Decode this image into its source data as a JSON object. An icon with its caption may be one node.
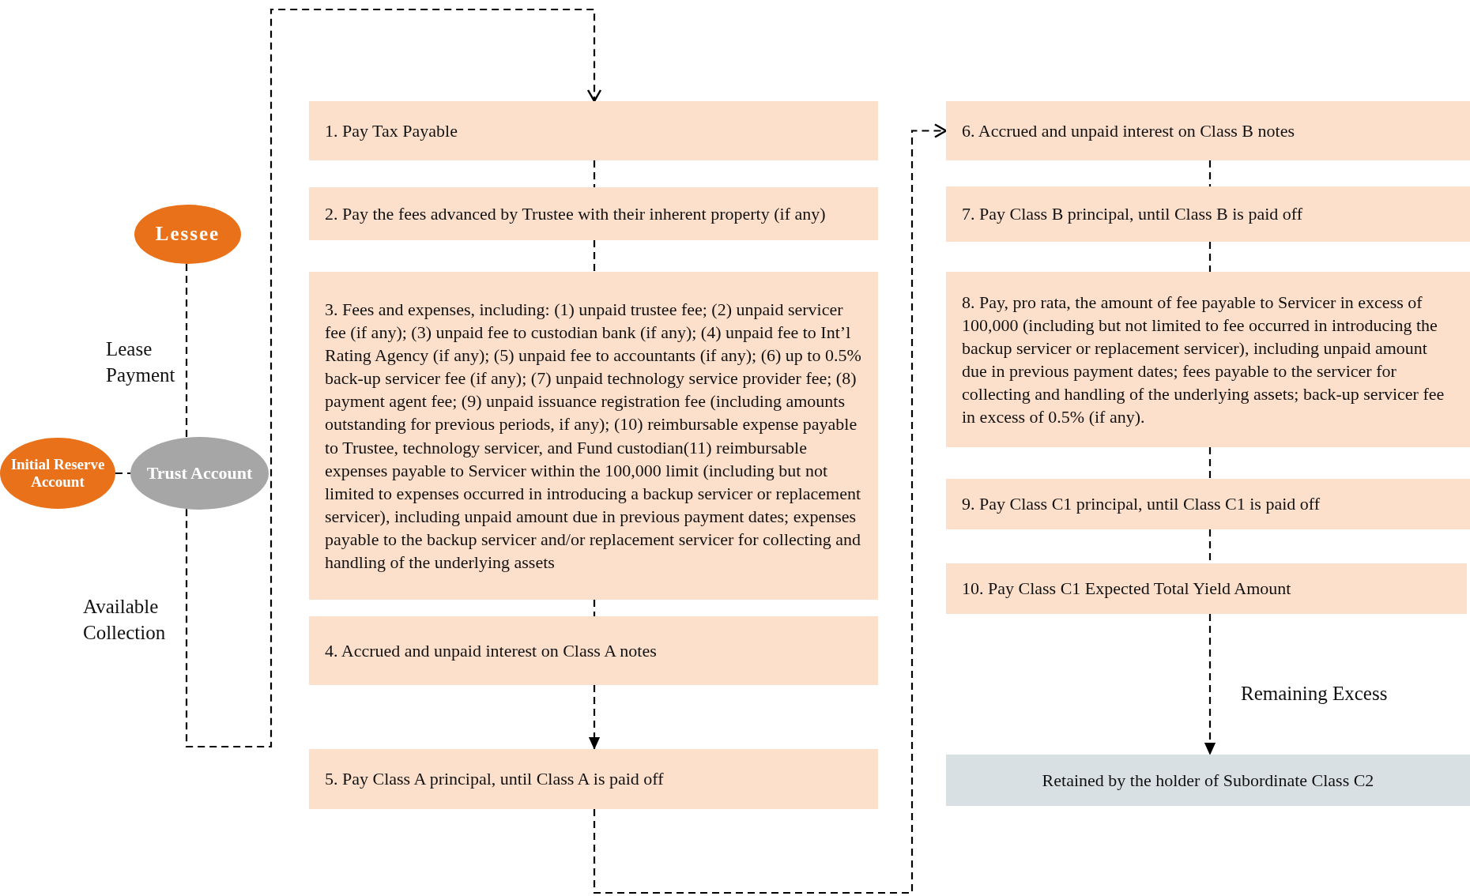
{
  "diagram": {
    "nodes": [
      {
        "text": [
          "Lessee"
        ]
      },
      {
        "text": [
          "Initial Reserve Account"
        ]
      },
      {
        "text": [
          "Trust Account"
        ]
      },
      {
        "text": [
          "1. Pay Tax Payable"
        ]
      },
      {
        "text": [
          "2. Pay the fees advanced by Trustee with their inherent property (if any)"
        ]
      },
      {
        "text": [
          "3. Fees and expenses, including: (1) unpaid trustee fee; (2) unpaid servicer fee (if any); (3) unpaid fee to custodian bank (if any); (4) unpaid fee to Int’l Rating Agency (if any); (5) unpaid fee to accountants (if any); (6) up to 0.5% back-up servicer fee (if any); (7) unpaid technology service provider fee; (8) payment agent fee; (9) unpaid issuance registration fee (including amounts outstanding for previous periods, if any); (10) reimbursable expense payable to Trustee, technology servicer, and Fund custodian(11) reimbursable expenses payable to Servicer within the 100,000 limit (including but not limited to expenses occurred in introducing a backup servicer or replacement servicer), including unpaid amount due in previous payment dates; expenses payable to the backup servicer and/or replacement servicer for collecting and handling of the underlying assets"
        ]
      },
      {
        "text": [
          "4. Accrued and unpaid interest on Class A notes"
        ]
      },
      {
        "text": [
          "5. Pay Class A principal, until Class A is paid off"
        ]
      },
      {
        "text": [
          "6. Accrued and unpaid interest on Class B notes"
        ]
      },
      {
        "text": [
          "7. Pay Class B principal, until Class B is paid off"
        ]
      },
      {
        "text": [
          "8. Pay, pro rata, the amount of fee payable to Servicer in excess of 100,000 (including but not limited to fee occurred in introducing the backup servicer or replacement servicer), including unpaid amount due in previous payment dates; fees payable to the servicer for collecting and handling of the underlying assets; back-up servicer fee in excess of 0.5% (if any)."
        ]
      },
      {
        "text": [
          "9. Pay Class C1 principal, until Class C1 is paid off"
        ]
      },
      {
        "text": [
          "10. Pay Class C1 Expected Total Yield Amount"
        ]
      },
      {
        "text": [
          "Retained  by the holder of Subordinate Class C2"
        ]
      }
    ],
    "edges": [
      {
        "from": 0,
        "to": 2,
        "arrow": "none",
        "label": "Lease Payment",
        "style": "dashed"
      },
      {
        "from": 1,
        "to": 2,
        "arrow": "none",
        "style": "dashed"
      },
      {
        "from": 2,
        "to": 3,
        "arrow": "to",
        "label": "Available Collection",
        "style": "dashed"
      },
      {
        "from": 3,
        "to": 4,
        "arrow": "none",
        "style": "dashed"
      },
      {
        "from": 4,
        "to": 5,
        "arrow": "none",
        "style": "dashed"
      },
      {
        "from": 5,
        "to": 6,
        "arrow": "none",
        "style": "dashed"
      },
      {
        "from": 6,
        "to": 7,
        "arrow": "to",
        "style": "dashed"
      },
      {
        "from": 7,
        "to": 8,
        "arrow": "to",
        "style": "dashed"
      },
      {
        "from": 8,
        "to": 9,
        "arrow": "none",
        "style": "dashed"
      },
      {
        "from": 9,
        "to": 10,
        "arrow": "none",
        "style": "dashed"
      },
      {
        "from": 10,
        "to": 11,
        "arrow": "none",
        "style": "dashed"
      },
      {
        "from": 11,
        "to": 12,
        "arrow": "none",
        "style": "dashed"
      },
      {
        "from": 12,
        "to": 13,
        "arrow": "to",
        "label": "Remaining Excess",
        "style": "dashed"
      }
    ]
  }
}
